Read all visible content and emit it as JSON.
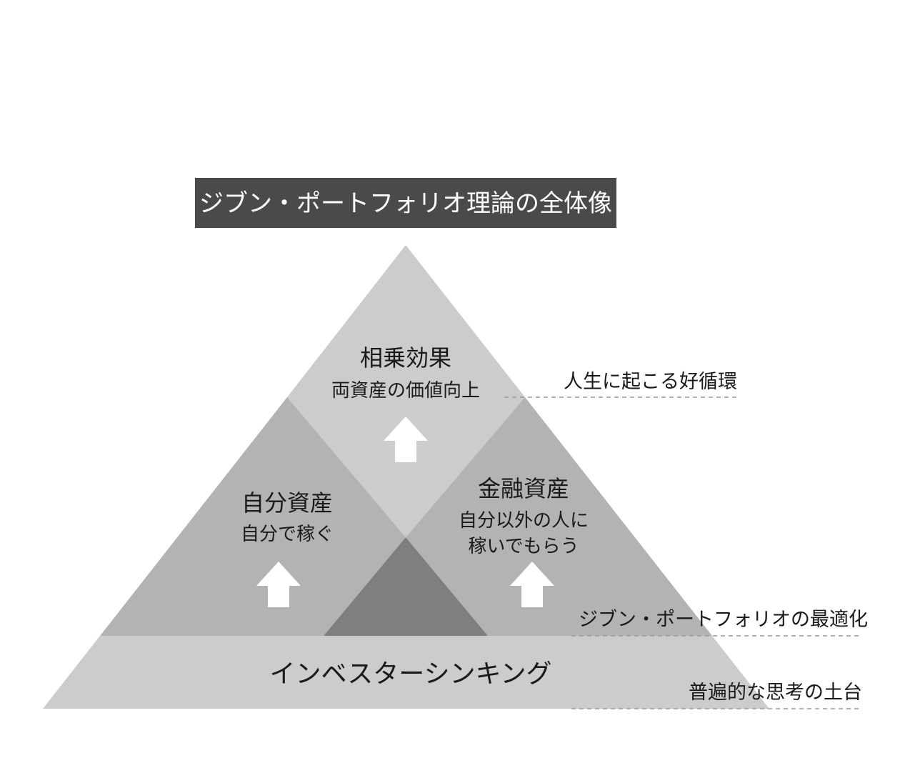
{
  "title": "ジブン・ポートフォリオ理論の全体像",
  "top_section": {
    "heading": "相乗効果",
    "subtitle": "両資産の価値向上"
  },
  "left_section": {
    "heading": "自分資産",
    "subtitle": "自分で稼ぐ"
  },
  "right_section": {
    "heading": "金融資産",
    "subtitle_line1": "自分以外の人に",
    "subtitle_line2": "稼いでもらう"
  },
  "base_section": {
    "heading": "インベスターシンキング"
  },
  "side_labels": {
    "top": "人生に起こる好循環",
    "middle": "ジブン・ポートフォリオの最適化",
    "bottom": "普遍的な思考の土台"
  },
  "colors": {
    "title_bg": "#4a4a4a",
    "top_triangle": "#cccccc",
    "left_triangle": "#b3b3b3",
    "right_triangle": "#b3b3b3",
    "center_triangle": "#7f7f7f",
    "base_band": "#cccccc",
    "arrow": "#ffffff",
    "dashed_line": "#999999"
  }
}
